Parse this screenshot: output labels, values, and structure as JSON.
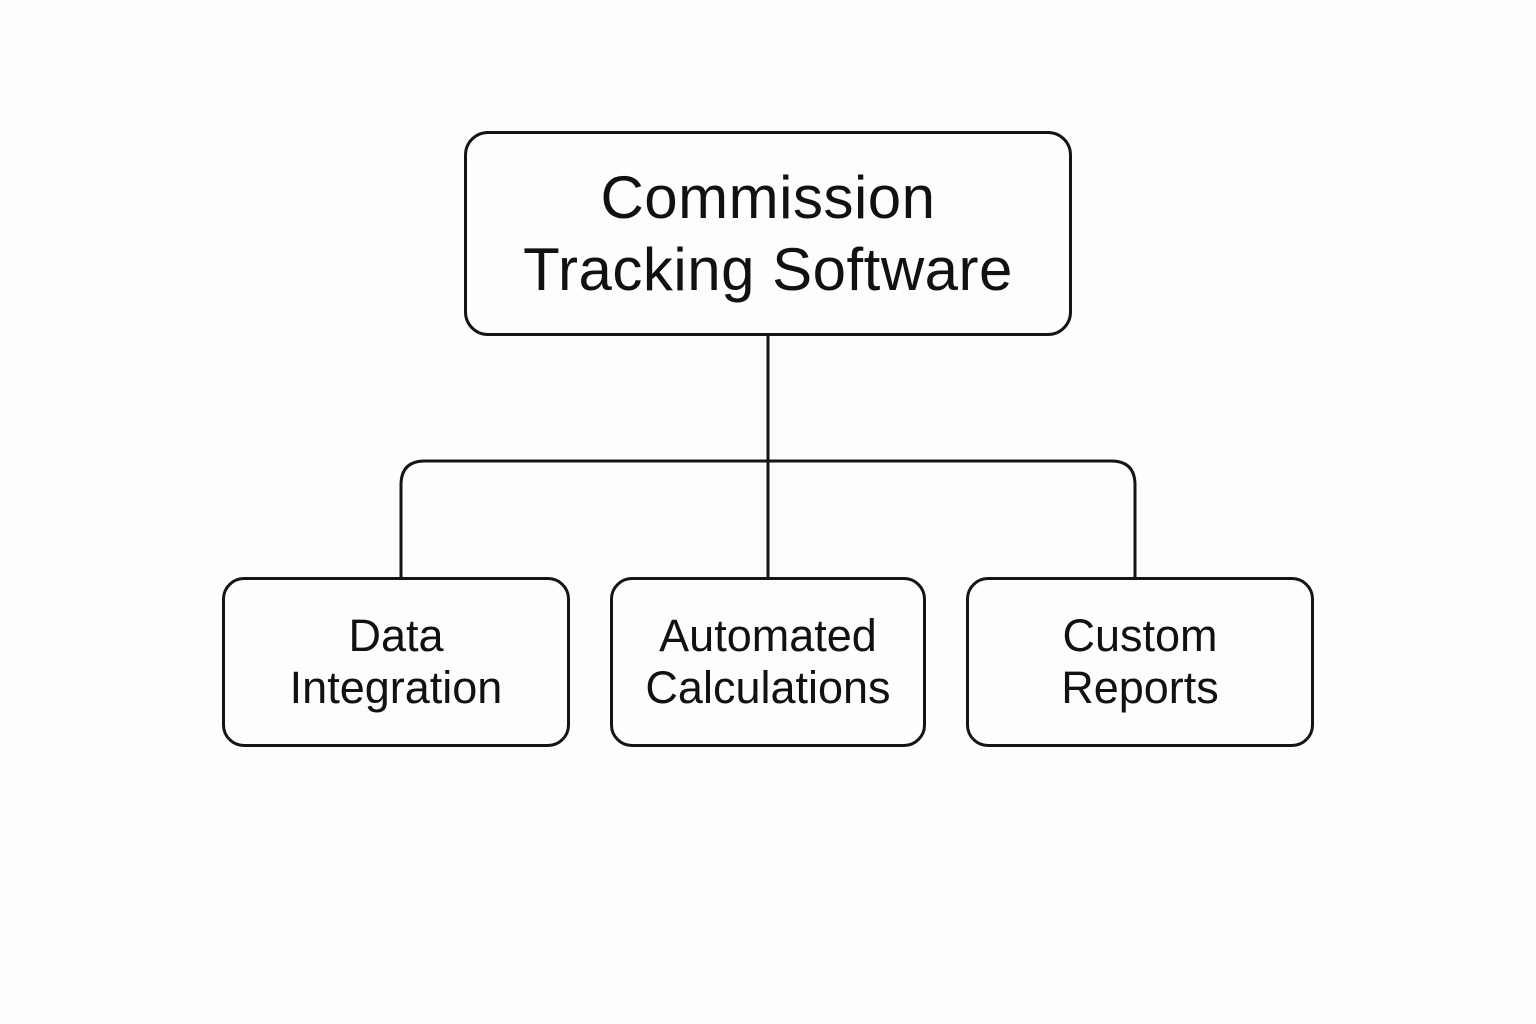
{
  "diagram": {
    "root": {
      "lines": [
        "Commission",
        "Tracking Software"
      ]
    },
    "children": [
      {
        "lines": [
          "Data",
          "Integration"
        ]
      },
      {
        "lines": [
          "Automated",
          "Calculations"
        ]
      },
      {
        "lines": [
          "Custom",
          "Reports"
        ]
      }
    ],
    "colors": {
      "stroke": "#141414",
      "background": "#fdfdfd",
      "text": "#111111"
    }
  }
}
